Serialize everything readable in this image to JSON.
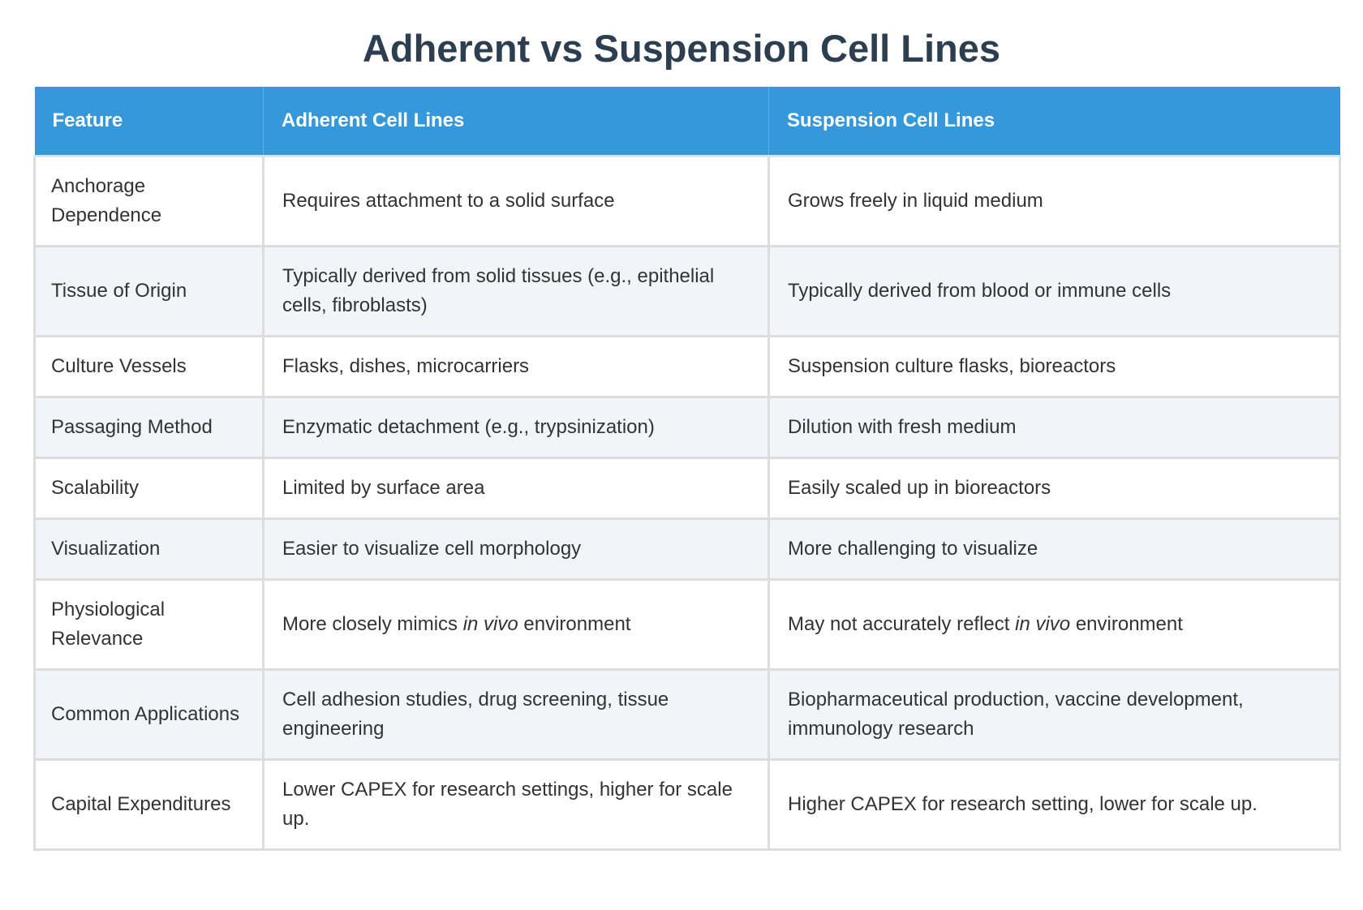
{
  "title": "Adherent vs Suspension Cell Lines",
  "table": {
    "headers": [
      "Feature",
      "Adherent Cell Lines",
      "Suspension Cell Lines"
    ],
    "rows": [
      {
        "feature": "Anchorage Dependence",
        "adherent": "Requires attachment to a solid surface",
        "suspension": "Grows freely in liquid medium"
      },
      {
        "feature": "Tissue of Origin",
        "adherent": "Typically derived from solid tissues (e.g., epithelial cells, fibroblasts)",
        "suspension": "Typically derived from blood or immune cells"
      },
      {
        "feature": "Culture Vessels",
        "adherent": "Flasks, dishes, microcarriers",
        "suspension": "Suspension culture flasks, bioreactors"
      },
      {
        "feature": "Passaging Method",
        "adherent": "Enzymatic detachment (e.g., trypsinization)",
        "suspension": "Dilution with fresh medium"
      },
      {
        "feature": "Scalability",
        "adherent": "Limited by surface area",
        "suspension": "Easily scaled up in bioreactors"
      },
      {
        "feature": "Visualization",
        "adherent": "Easier to visualize cell morphology",
        "suspension": "More challenging to visualize"
      },
      {
        "feature": "Physiological Relevance",
        "adherent": "More closely mimics in vivo environment",
        "adherent_parts": {
          "before": "More closely mimics ",
          "italic": "in vivo",
          "after": " environment"
        },
        "suspension": "May not accurately reflect in vivo environment",
        "suspension_parts": {
          "before": "May not accurately reflect ",
          "italic": "in vivo",
          "after": " environment"
        }
      },
      {
        "feature": "Common Applications",
        "adherent": "Cell adhesion studies, drug screening, tissue engineering",
        "suspension": "Biopharmaceutical production, vaccine development, immunology research"
      },
      {
        "feature": "Capital Expenditures",
        "adherent": "Lower CAPEX for research settings, higher for scale up.",
        "suspension": "Higher CAPEX for research setting, lower for scale up."
      }
    ]
  },
  "colors": {
    "title": "#2c3e50",
    "header_bg": "#3498db",
    "header_text": "#ffffff",
    "row_alt_bg": "#f1f5f9",
    "border": "#dddddd"
  }
}
